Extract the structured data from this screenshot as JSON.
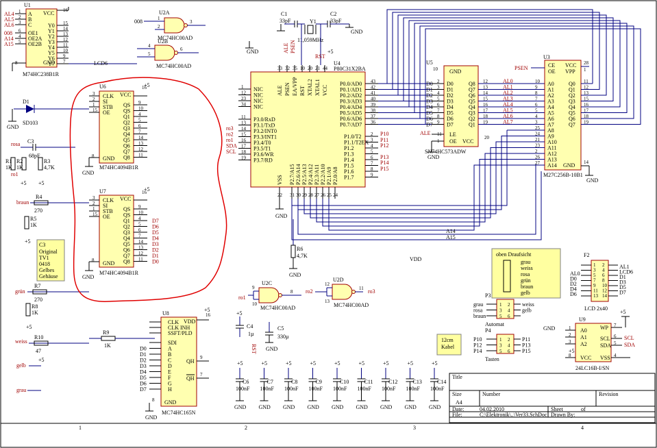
{
  "sheet": {
    "zone_numbers": [
      "1",
      "2",
      "3",
      "4"
    ],
    "title_block": {
      "title_label": "Title",
      "size_label": "Size",
      "size_value": "A4",
      "number_label": "Number",
      "revision_label": "Revision",
      "date_label": "Date:",
      "date_value": "04.02.2010",
      "sheet_label": "Sheet",
      "sheet_of": "of",
      "file_label": "File:",
      "file_value": "C:\\Elektronik\\..\\Ver33.SchDoc",
      "drawn_label": "Drawn By:"
    }
  },
  "chips": {
    "u1": {
      "ref": "U1",
      "part": "M74HC238B1R",
      "vcc": "VCC",
      "gnd": "GND",
      "pwr": "16",
      "gnd_pin": "8",
      "left": [
        "A",
        "B",
        "C",
        "OE1",
        "OE2A",
        "OE2B"
      ],
      "right": [
        "Y0",
        "Y1",
        "Y2",
        "Y3",
        "Y4",
        "Y5",
        "Y6",
        "Y7"
      ],
      "nets_in": [
        "AL4",
        "AL5",
        "AL6",
        "008",
        "A14",
        "A15"
      ],
      "pin_in": [
        "1",
        "2",
        "3",
        "6",
        "4",
        "5"
      ],
      "pin_out": [
        "15",
        "14",
        "13",
        "12",
        "11",
        "10",
        "9",
        "7"
      ]
    },
    "u6": {
      "ref": "U6",
      "part": "M74HC4094B1R",
      "left": [
        "CLK",
        "SI",
        "STB",
        "OE"
      ],
      "right": [
        "QS",
        "QS",
        "Q1",
        "Q2",
        "Q3",
        "Q4",
        "Q5",
        "Q6",
        "Q7",
        "Q8"
      ],
      "vcc": "VCC",
      "gnd": "GND",
      "pwr": "16",
      "gnd_pin": "8",
      "pin_in": [
        "3",
        "2",
        "1",
        "15"
      ],
      "pin_out": [
        "9",
        "10",
        "4",
        "5",
        "6",
        "7",
        "14",
        "13",
        "12",
        "11"
      ]
    },
    "u7": {
      "ref": "U7",
      "part": "M74HC4094B1R",
      "left": [
        "CLK",
        "SI",
        "STB",
        "OE"
      ],
      "right": [
        "QS",
        "QS",
        "Q1",
        "Q2",
        "Q3",
        "Q4",
        "Q5",
        "Q6",
        "Q7",
        "Q8"
      ],
      "vcc": "VCC",
      "gnd": "GND",
      "pwr": "16",
      "gnd_pin": "8",
      "pin_in": [
        "3",
        "2",
        "1",
        "15"
      ],
      "pin_out": [
        "9",
        "10",
        "4",
        "5",
        "6",
        "7",
        "14",
        "13",
        "12",
        "11"
      ],
      "nets_out": [
        "D7",
        "D6",
        "D5",
        "D4",
        "D3",
        "D2",
        "D1",
        "D0"
      ]
    },
    "u8": {
      "ref": "U8",
      "part": "MC74HC165N",
      "left": [
        "CLK",
        "CLK INH",
        "SSFT/PLD",
        "SDI",
        "A",
        "B",
        "C",
        "D",
        "E",
        "F",
        "G",
        "H"
      ],
      "right_top": "VDD",
      "qh": "QH",
      "qhn": "QH",
      "gnd": "GND",
      "pwr": "16",
      "gnd_pin": "8",
      "nets_in": [
        "D0",
        "D1",
        "D2",
        "D3",
        "D4",
        "D5",
        "D6",
        "D7"
      ]
    },
    "u4": {
      "ref": "U4",
      "part": "P80C31X2BA",
      "top": [
        "ALE",
        "PSEN",
        "EA/VPP",
        "RST",
        "XTAL2",
        "XTAL1",
        "VCC"
      ],
      "top_pins": [
        "33",
        "32",
        "35",
        "10",
        "20",
        "21",
        "44"
      ],
      "left_nic": [
        "NIC",
        "NIC",
        "NIC",
        "NIC"
      ],
      "left_nic_pins": [
        "1",
        "12",
        "23",
        "34"
      ],
      "left_p3": [
        "P3.0/RxD",
        "P3.1/TxD",
        "P3.2/INT0",
        "P3.3/INT1",
        "P3.4/T0",
        "P3.5/T1",
        "P3.6/WR",
        "P3.7/RD"
      ],
      "left_p3_pins": [
        "11",
        "13",
        "14",
        "15",
        "16",
        "17",
        "18",
        "19"
      ],
      "left_p3_nets": [
        "ro3",
        "ro2",
        "ro1",
        "SDA",
        "SCL"
      ],
      "right_p0": [
        "P0.0/AD0",
        "P0.1/AD1",
        "P0.2/AD2",
        "P0.3/AD3",
        "P0.4/AD4",
        "P0.5/AD5",
        "P0.6/AD6",
        "P0.7/AD7"
      ],
      "right_p0_pins": [
        "43",
        "42",
        "41",
        "40",
        "39",
        "38",
        "37",
        "36"
      ],
      "right_p1": [
        "P1.0/T2",
        "P1.1/T2EX",
        "P1.2",
        "P1.3",
        "P1.4",
        "P1.5",
        "P1.6",
        "P1.7"
      ],
      "right_p1_pins": [
        "2",
        "3",
        "4",
        "5",
        "6",
        "7",
        "8",
        "9"
      ],
      "right_p1_nets": [
        "P10",
        "P11",
        "P12",
        "P13",
        "P14",
        "P15"
      ],
      "bottom": [
        "VSS",
        "P2.7/A15",
        "P2.6/A14",
        "P2.5/A13",
        "P2.4/A12",
        "P2.3/A11",
        "P2.2/A10",
        "P2.1/A9",
        "P2.0/A8"
      ],
      "bottom_pins": [
        "22",
        "31",
        "30",
        "29",
        "28",
        "27",
        "26",
        "25",
        "24"
      ]
    },
    "u5": {
      "ref": "U5",
      "part": "SN74HC573ADW",
      "gnd": "GND",
      "vcc": "VCC",
      "gnd_pin": "10",
      "vcc_pin": "20",
      "left": [
        "D0",
        "D1",
        "D2",
        "D3",
        "D4",
        "D5",
        "D6",
        "D7"
      ],
      "right": [
        "Q8",
        "Q7",
        "Q6",
        "Q5",
        "Q4",
        "Q3",
        "Q2",
        "Q1"
      ],
      "le": "LE",
      "oe": "OE",
      "le_pin": "11",
      "oe_pin": "1",
      "ale": "ALE",
      "pin_in": [
        "2",
        "3",
        "4",
        "5",
        "6",
        "7",
        "8",
        "9"
      ],
      "pin_out": [
        "12",
        "13",
        "14",
        "15",
        "16",
        "17",
        "18",
        "19"
      ],
      "nets_out": [
        "AL0",
        "AL1",
        "AL2",
        "AL3",
        "AL4",
        "AL5",
        "AL6",
        "AL7"
      ]
    },
    "u3": {
      "ref": "U3",
      "part": "M27C256B-10B1",
      "ce": "CE",
      "oe": "OE",
      "vcc": "VCC",
      "vpp": "VPP",
      "gnd": "GND",
      "psen": "PSEN",
      "ce_pin": "20",
      "oe_pin": "22",
      "vcc_pin": "28",
      "vpp_pin": "1",
      "gnd_pin": "14",
      "addr": [
        "A0",
        "A1",
        "A2",
        "A3",
        "A4",
        "A5",
        "A6",
        "A7",
        "A8",
        "A9",
        "A10",
        "A11",
        "A12",
        "A13",
        "A14"
      ],
      "addr_pins": [
        "10",
        "9",
        "8",
        "7",
        "6",
        "5",
        "4",
        "3",
        "25",
        "24",
        "21",
        "23",
        "2",
        "26",
        "27"
      ],
      "data": [
        "Q0",
        "Q1",
        "Q2",
        "Q3",
        "Q4",
        "Q5",
        "Q6",
        "Q7"
      ],
      "data_pins": [
        "11",
        "12",
        "13",
        "15",
        "16",
        "17",
        "18",
        "19"
      ],
      "bus_labels": [
        "A14",
        "A15"
      ]
    },
    "u9": {
      "ref": "U9",
      "part": "24LC16B-I/SN",
      "left": [
        "A0",
        "A1",
        "A2",
        "VCC"
      ],
      "right": [
        "WP",
        "SCL",
        "SDA",
        "VSS"
      ],
      "pins_left": [
        "1",
        "2",
        "3",
        "8"
      ],
      "pins_right": [
        "7",
        "6",
        "5",
        "4"
      ],
      "nets": [
        "SCL",
        "SDA"
      ],
      "gnd": "GND"
    },
    "f2": {
      "ref": "F2",
      "part": "LCD 2x40",
      "nets_left": [
        "AL0",
        "D0",
        "D2",
        "D4",
        "D6"
      ],
      "nets_right": [
        "AL1",
        "LCD6",
        "D1",
        "D3",
        "D5",
        "D7"
      ],
      "pins": [
        "1",
        "2",
        "3",
        "4",
        "5",
        "6",
        "7",
        "8",
        "9",
        "10",
        "11",
        "12",
        "13",
        "14"
      ]
    },
    "p3": {
      "ref": "P3",
      "name": "Automat",
      "left": [
        "grau",
        "rosa",
        "braun"
      ],
      "right": [
        "weiss",
        "gelb"
      ],
      "pins": [
        "1",
        "2",
        "3",
        "4",
        "5",
        "6"
      ]
    },
    "p4": {
      "ref": "P4",
      "name": "Tasten",
      "left": [
        "P10",
        "P12",
        "P14"
      ],
      "right": [
        "P11",
        "P13",
        "P15"
      ],
      "pins": [
        "1",
        "2",
        "3",
        "4",
        "5",
        "6"
      ]
    }
  },
  "gates": {
    "u2a": {
      "ref": "U2A",
      "part": "MC74HC00AD",
      "in": "008",
      "pins": [
        "1",
        "2",
        "3"
      ]
    },
    "u2b": {
      "ref": "U2B",
      "part": "MC74HC00AD",
      "pins": [
        "4",
        "5",
        "6"
      ]
    },
    "u2c": {
      "ref": "U2C",
      "part": "MC74HC00AD",
      "in": "ro1",
      "pins": [
        "9",
        "10",
        "8"
      ]
    },
    "u2d": {
      "ref": "U2D",
      "part": "MC74HC00AD",
      "in": "ro2",
      "out": "ro3",
      "pins": [
        "12",
        "13",
        "11"
      ]
    }
  },
  "passives": {
    "c1": {
      "ref": "C1",
      "value": "33pF"
    },
    "c2": {
      "ref": "C2",
      "value": "33pF"
    },
    "y1": {
      "ref": "Y1",
      "value": "11,059MHz"
    },
    "c3": {
      "ref": "C3",
      "value": "68pF",
      "net": "rosa"
    },
    "r1": {
      "ref": "R1",
      "value": "1K",
      "net": "ro1"
    },
    "r2": {
      "ref": "R2",
      "value": "1K"
    },
    "r3": {
      "ref": "R3",
      "value": "4,7K"
    },
    "d1": {
      "ref": "D1",
      "value": "SD103"
    },
    "r4": {
      "ref": "R4",
      "value": "270",
      "net": "braun"
    },
    "r5": {
      "ref": "R5",
      "value": "1K"
    },
    "r7": {
      "ref": "R7",
      "value": "270",
      "net": "grün"
    },
    "r8": {
      "ref": "R8",
      "value": "1K"
    },
    "r9": {
      "ref": "R9",
      "value": "1K"
    },
    "r10": {
      "ref": "R10",
      "value": "47",
      "net": "weiss"
    },
    "r6": {
      "ref": "R6",
      "value": "4,7K"
    },
    "c4": {
      "ref": "C4",
      "value": "1µ",
      "net": "RST"
    },
    "c5": {
      "ref": "C5",
      "value": "330µ"
    },
    "decoupling": [
      {
        "ref": "C6",
        "value": "100nF"
      },
      {
        "ref": "C7",
        "value": "100nF"
      },
      {
        "ref": "C8",
        "value": "100nF"
      },
      {
        "ref": "C9",
        "value": "100nF"
      },
      {
        "ref": "C10",
        "value": "100nF"
      },
      {
        "ref": "C11",
        "value": "100nF"
      },
      {
        "ref": "C12",
        "value": "100nF"
      },
      {
        "ref": "C13",
        "value": "100nF"
      },
      {
        "ref": "C14",
        "value": "100nF"
      }
    ]
  },
  "labels": {
    "gnd": "GND",
    "plus5": "+5",
    "vdd": "VDD",
    "lcd6": "LCD6",
    "rst": "RST",
    "ale": "ALE",
    "psen": "PSEN",
    "gelb": "gelb",
    "grau": "grau",
    "wire_nets": [
      "A14",
      "A15"
    ]
  },
  "notes": {
    "c3_note": [
      "C3",
      "Original",
      "TV1",
      "0418",
      "Gelbes",
      "Gehäuse"
    ],
    "kabel_note": [
      "12cm",
      "Kabel"
    ],
    "hand_note": [
      "oben  Draufsicht",
      "grau",
      "weiss",
      "rosa",
      "grün",
      "braun",
      "gelb"
    ]
  },
  "colors": {
    "chip_fill": "#ffffb0",
    "chip_border": "#a00000",
    "wire": "#000080",
    "annotation": "#e00000",
    "note_fill": "#ffffa0"
  }
}
